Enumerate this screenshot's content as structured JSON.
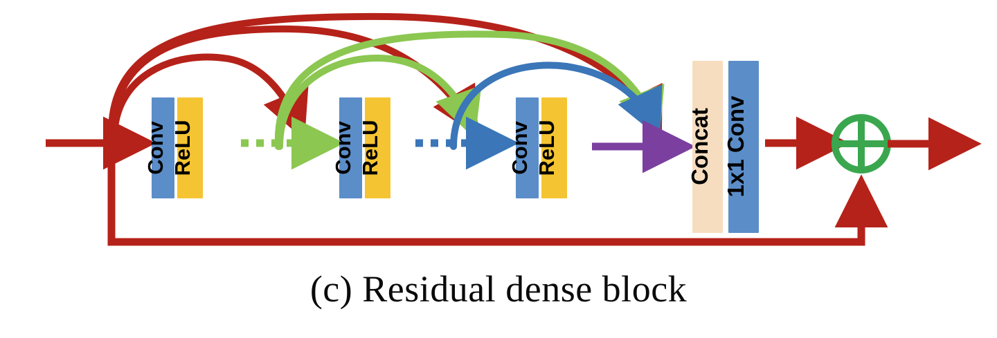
{
  "figure": {
    "caption": "(c) Residual dense block",
    "background": "#ffffff"
  },
  "colors": {
    "conv_fill": "#5b8dc8",
    "relu_fill": "#f5c432",
    "concat_fill": "#f7ddbf",
    "conv1x1_fill": "#5b8dc8",
    "red": "#b52219",
    "green": "#8cc751",
    "blue": "#3a76b8",
    "purple": "#7b3fa0",
    "add_circle": "#3aa74f",
    "text": "#000000"
  },
  "blocks": [
    {
      "id": "block1-conv",
      "label": "Conv",
      "fill": "#5b8dc8"
    },
    {
      "id": "block1-relu",
      "label": "ReLU",
      "fill": "#f5c432"
    },
    {
      "id": "block2-conv",
      "label": "Conv",
      "fill": "#5b8dc8"
    },
    {
      "id": "block2-relu",
      "label": "ReLU",
      "fill": "#f5c432"
    },
    {
      "id": "block3-conv",
      "label": "Conv",
      "fill": "#5b8dc8"
    },
    {
      "id": "block3-relu",
      "label": "ReLU",
      "fill": "#f5c432"
    },
    {
      "id": "concat",
      "label": "Concat",
      "fill": "#f7ddbf"
    },
    {
      "id": "conv1x1",
      "label": "1x1 Conv",
      "fill": "#5b8dc8"
    }
  ],
  "operators": [
    {
      "id": "addition",
      "symbol": "+",
      "shape": "circle-plus",
      "color": "#3aa74f"
    }
  ],
  "connections": [
    {
      "id": "input-arrow",
      "color": "#b52219",
      "style": "solid",
      "from": "input",
      "to": "block1-conv"
    },
    {
      "id": "skip1-dense",
      "color": "#8cc751",
      "style": "dotted",
      "from": "block1-relu",
      "to": "block2-conv"
    },
    {
      "id": "skip2-dense",
      "color": "#3a76b8",
      "style": "dotted",
      "from": "block2-relu",
      "to": "block3-conv"
    },
    {
      "id": "skip3-dense",
      "color": "#7b3fa0",
      "style": "solid",
      "from": "block3-relu",
      "to": "concat"
    },
    {
      "id": "dense-red-1",
      "color": "#b52219",
      "style": "arc",
      "from": "input",
      "to": "block2-conv"
    },
    {
      "id": "dense-red-2",
      "color": "#b52219",
      "style": "arc",
      "from": "input",
      "to": "block3-conv"
    },
    {
      "id": "dense-red-3",
      "color": "#b52219",
      "style": "arc",
      "from": "input",
      "to": "concat"
    },
    {
      "id": "dense-green-1",
      "color": "#8cc751",
      "style": "arc",
      "from": "block1-relu",
      "to": "block3-conv"
    },
    {
      "id": "dense-green-2",
      "color": "#8cc751",
      "style": "arc",
      "from": "block1-relu",
      "to": "concat"
    },
    {
      "id": "dense-blue-1",
      "color": "#3a76b8",
      "style": "arc",
      "from": "block2-relu",
      "to": "concat"
    },
    {
      "id": "conv1x1-to-add",
      "color": "#b52219",
      "style": "solid",
      "from": "conv1x1",
      "to": "addition"
    },
    {
      "id": "residual-skip",
      "color": "#b52219",
      "style": "solid",
      "from": "input",
      "to": "addition"
    },
    {
      "id": "output-arrow",
      "color": "#b52219",
      "style": "solid",
      "from": "addition",
      "to": "output"
    }
  ]
}
